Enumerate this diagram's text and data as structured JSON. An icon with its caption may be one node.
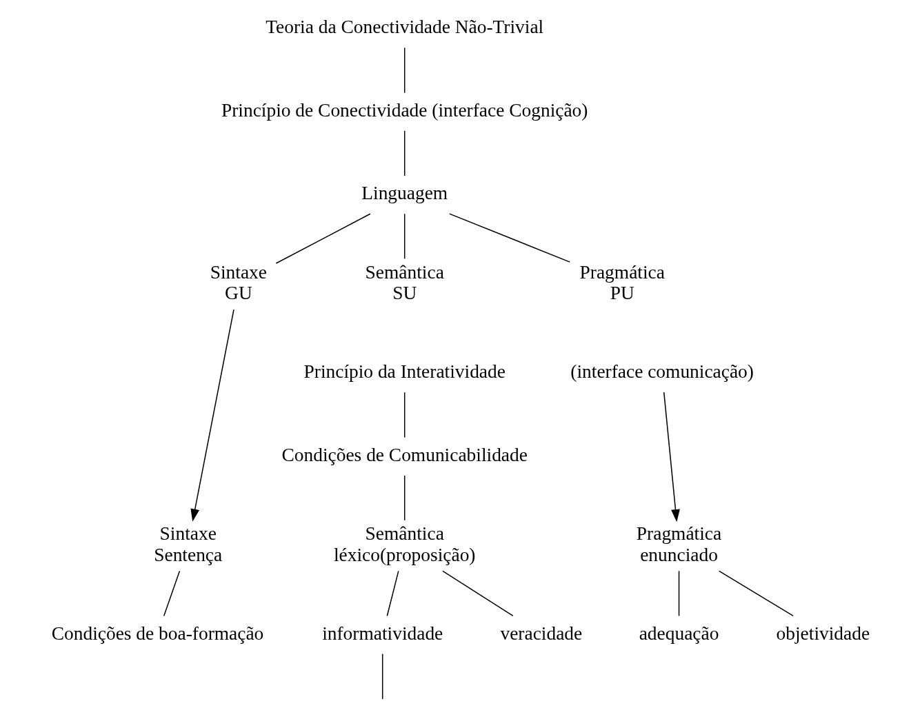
{
  "diagram": {
    "nodes": [
      {
        "text": [
          "Teoria da Conectividade Não-Trivial"
        ]
      },
      {
        "text": [
          "Princípio de Conectividade (interface Cognição)"
        ]
      },
      {
        "text": [
          "Linguagem"
        ]
      },
      {
        "text": [
          "Sintaxe",
          "GU"
        ]
      },
      {
        "text": [
          "Semântica",
          "SU"
        ]
      },
      {
        "text": [
          "Pragmática",
          "PU"
        ]
      },
      {
        "text": [
          "Princípio da Interatividade"
        ]
      },
      {
        "text": [
          "(interface comunicação)"
        ]
      },
      {
        "text": [
          "Condições de Comunicabilidade"
        ]
      },
      {
        "text": [
          "Sintaxe",
          "Sentença"
        ]
      },
      {
        "text": [
          "Semântica",
          "léxico(proposição)"
        ]
      },
      {
        "text": [
          "Pragmática",
          "enunciado"
        ]
      },
      {
        "text": [
          "Condições de boa-formação"
        ]
      },
      {
        "text": [
          "informatividade"
        ]
      },
      {
        "text": [
          "veracidade"
        ]
      },
      {
        "text": [
          "adequação"
        ]
      },
      {
        "text": [
          "objetividade"
        ]
      }
    ],
    "edges": [
      {
        "from": 0,
        "to": 1,
        "arrow": "none"
      },
      {
        "from": 1,
        "to": 2,
        "arrow": "none"
      },
      {
        "from": 2,
        "to": 3,
        "arrow": "none"
      },
      {
        "from": 2,
        "to": 4,
        "arrow": "none"
      },
      {
        "from": 2,
        "to": 5,
        "arrow": "none"
      },
      {
        "from": 3,
        "to": 9,
        "arrow": "to"
      },
      {
        "from": 6,
        "to": 8,
        "arrow": "none"
      },
      {
        "from": 7,
        "to": 11,
        "arrow": "to"
      },
      {
        "from": 8,
        "to": 10,
        "arrow": "none"
      },
      {
        "from": 9,
        "to": 12,
        "arrow": "none"
      },
      {
        "from": 10,
        "to": 13,
        "arrow": "none"
      },
      {
        "from": 10,
        "to": 14,
        "arrow": "none"
      },
      {
        "from": 11,
        "to": 15,
        "arrow": "none"
      },
      {
        "from": 11,
        "to": 16,
        "arrow": "none"
      },
      {
        "from": 13,
        "to": null,
        "arrow": "none"
      }
    ]
  }
}
